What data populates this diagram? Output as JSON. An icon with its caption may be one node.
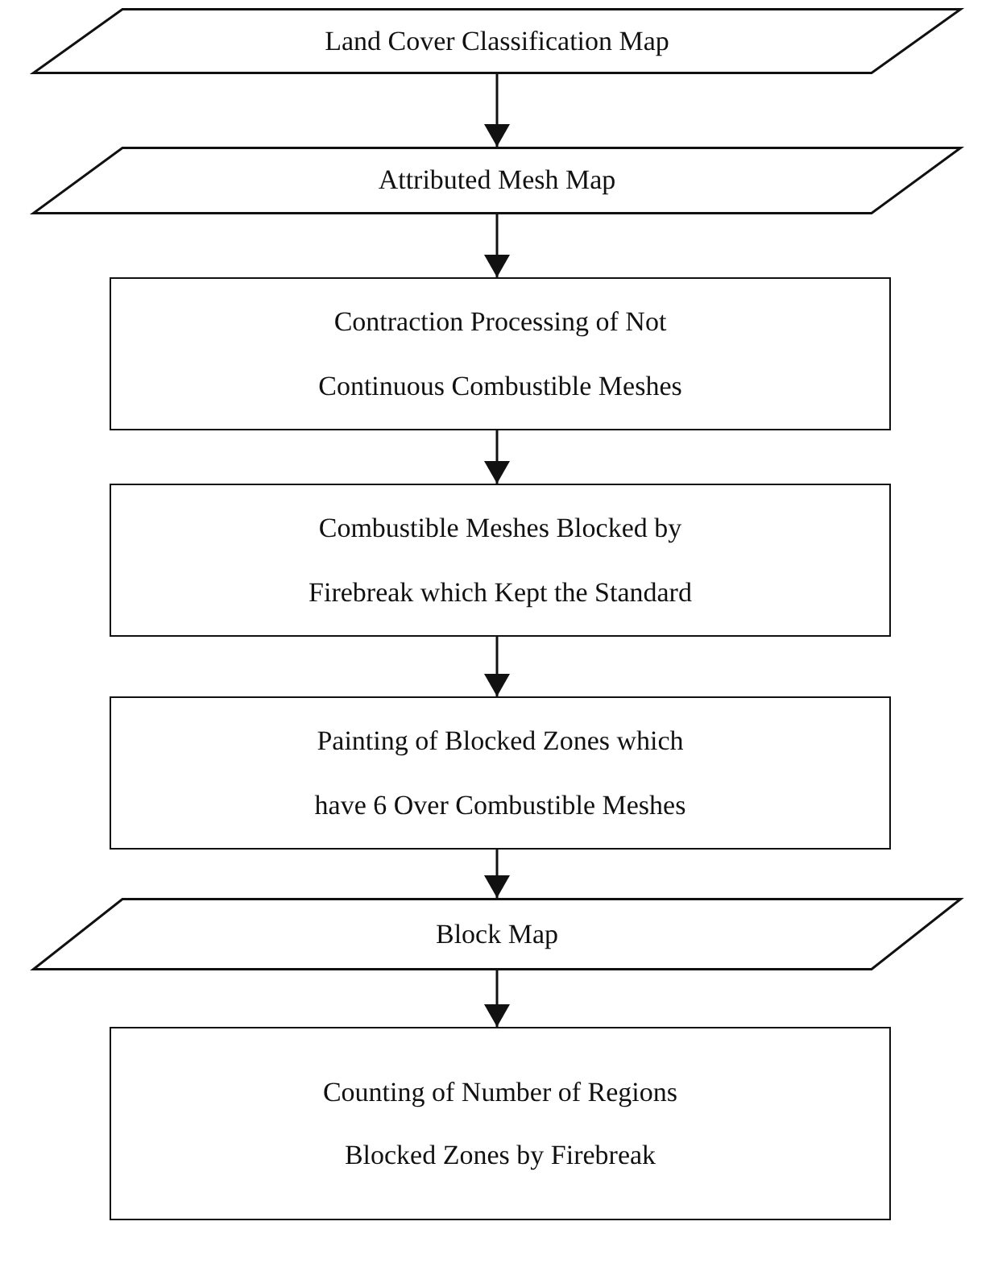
{
  "diagram": {
    "nodes": [
      {
        "text": [
          "Land Cover Classification Map"
        ]
      },
      {
        "text": [
          "Attributed Mesh Map"
        ]
      },
      {
        "text": [
          "Contraction Processing of Not Continuous Combustible Meshes"
        ]
      },
      {
        "text": [
          "Combustible Meshes Blocked by Firebreak which Kept the Standard"
        ]
      },
      {
        "text": [
          "Painting of Blocked Zones which have 6 Over Combustible Meshes"
        ]
      },
      {
        "text": [
          "Block Map"
        ]
      },
      {
        "text": [
          "Counting of Number of Regions Blocked Zones by Firebreak"
        ]
      }
    ],
    "edges": [
      {
        "from": 0,
        "to": 1,
        "arrow": "to"
      },
      {
        "from": 1,
        "to": 2,
        "arrow": "to"
      },
      {
        "from": 2,
        "to": 3,
        "arrow": "to"
      },
      {
        "from": 3,
        "to": 4,
        "arrow": "to"
      },
      {
        "from": 4,
        "to": 5,
        "arrow": "to"
      },
      {
        "from": 5,
        "to": 6,
        "arrow": "to"
      }
    ]
  }
}
